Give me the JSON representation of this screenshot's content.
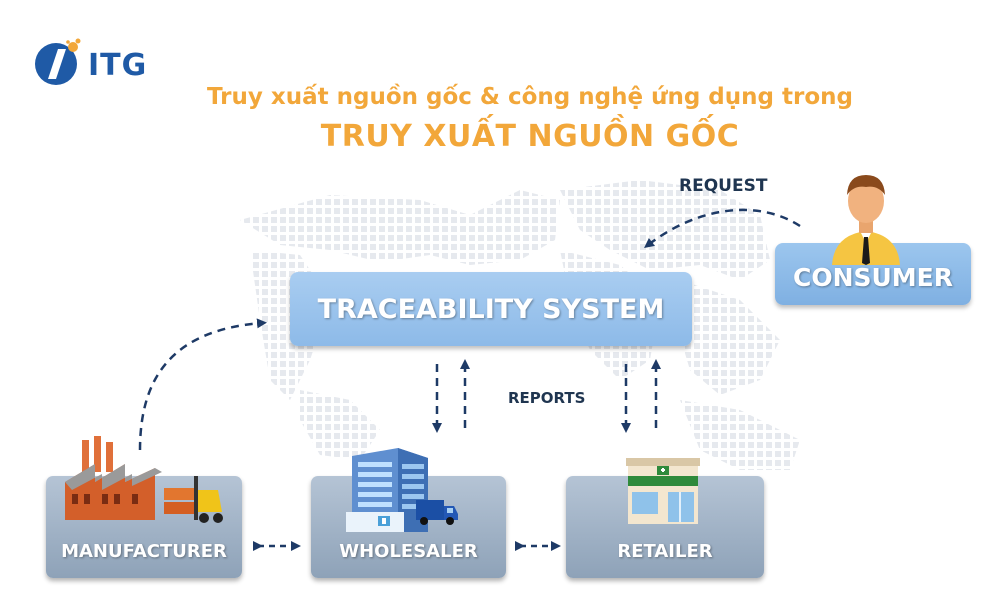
{
  "brand": {
    "logo_text": "ITG",
    "primary_color": "#1f5aa6",
    "accent_color": "#f2a73a"
  },
  "title": {
    "line1": "Truy xuất nguồn gốc & công nghệ ứng dụng trong",
    "line2": "TRUY XUẤT NGUỒN GỐC"
  },
  "nodes": {
    "traceability": "TRACEABILITY SYSTEM",
    "consumer": "CONSUMER",
    "manufacturer": "MANUFACTURER",
    "wholesaler": "WHOLESALER",
    "retailer": "RETAILER"
  },
  "arrows": {
    "request": "REQUEST",
    "reports": "REPORTS"
  },
  "icons": [
    "factory-icon",
    "forklift-icon",
    "office-building-icon",
    "delivery-van-icon",
    "retail-store-icon",
    "consumer-person-icon",
    "world-map"
  ]
}
